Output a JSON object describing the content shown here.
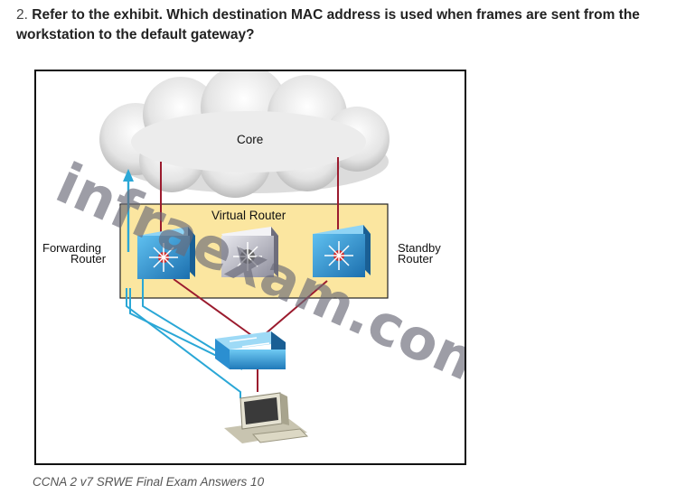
{
  "question": {
    "number": "2.",
    "text": "Refer to the exhibit. Which destination MAC address is used when frames are sent from the workstation to the default gateway?"
  },
  "exhibit": {
    "cloud_label": "Core",
    "virtual_router_label": "Virtual Router",
    "forwarding_label_1": "Forwarding",
    "forwarding_label_2": "Router",
    "standby_label_1": "Standby",
    "standby_label_2": "Router",
    "watermark": "infraexam.com"
  },
  "caption": "CCNA 2 v7 SRWE Final Exam Answers 10",
  "colors": {
    "link_red": "#9b1b2e",
    "flow_blue": "#2aa7d6",
    "vr_box_fill": "#fbe6a0",
    "router_blue": "#2b8fd1"
  }
}
